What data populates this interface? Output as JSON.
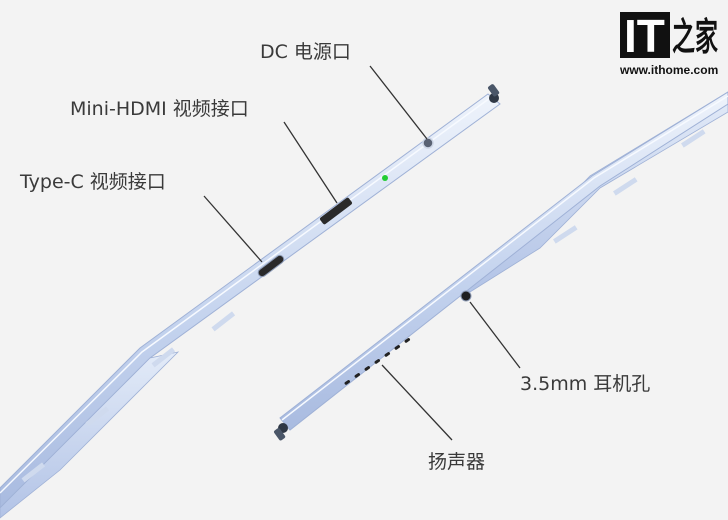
{
  "logo": {
    "brand": "IT",
    "brand_zh": "之家",
    "url": "www.ithome.com"
  },
  "callouts": {
    "dc_port": "DC 电源口",
    "mini_hdmi": "Mini-HDMI 视频接口",
    "type_c": "Type-C 视频接口",
    "headphone": "3.5mm 耳机孔",
    "speaker": "扬声器"
  },
  "colors": {
    "background": "#f3f3f3",
    "body_edge": "#b9c8e6",
    "body_highlight": "#e9eff9",
    "port_dark": "#2a2a2a",
    "indicator_led": "#22cc33",
    "leader_line": "#333333"
  }
}
